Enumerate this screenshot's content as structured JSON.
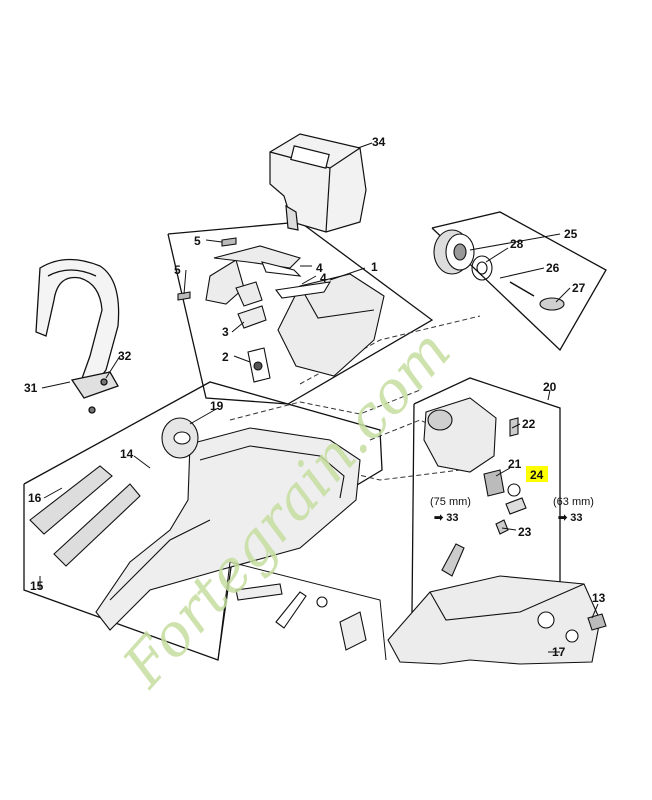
{
  "callouts": {
    "c1": "1",
    "c2": "2",
    "c3": "3",
    "c4a": "4",
    "c4b": "4",
    "c5a": "5",
    "c5b": "5",
    "c13": "13",
    "c14": "14",
    "c15": "15",
    "c16": "16",
    "c17": "17",
    "c19": "19",
    "c20": "20",
    "c21": "21",
    "c22": "22",
    "c23": "23",
    "c24": "24",
    "c25": "25",
    "c26": "26",
    "c27": "27",
    "c28": "28",
    "c31": "31",
    "c32": "32",
    "c34": "34"
  },
  "notes": {
    "left_size": "(75 mm)",
    "left_ref": "➡ 33",
    "right_size": "(63 mm)",
    "right_ref": "➡ 33"
  },
  "highlight": {
    "part": "24",
    "color": "#ffff00"
  },
  "watermark": {
    "text": "Fortegrain.com",
    "color": "#c6dda0",
    "accent": "#f0b27a"
  }
}
